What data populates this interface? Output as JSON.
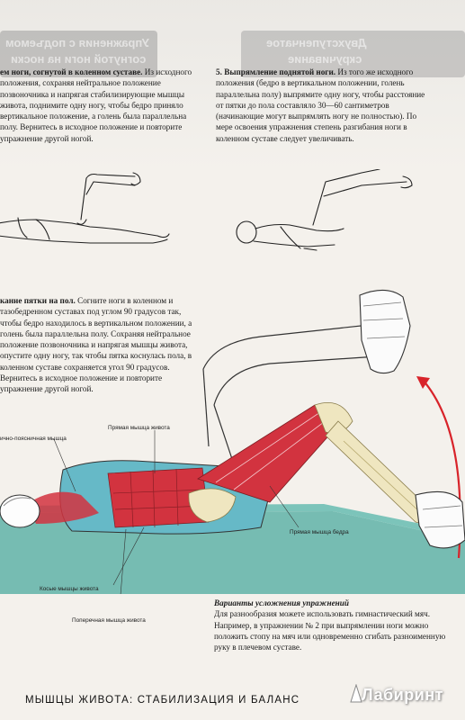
{
  "background_headings": {
    "left": "Упражнения с подъемом",
    "left_sub": "согнутой ноги на носки",
    "right": "Двухступенчатое",
    "right_sub": "скручивание"
  },
  "step_left": {
    "title": "ем ноги, согнутой в коленном суставе.",
    "body": "Из исходного положения, сохраняя нейтральное положение позвоночника и напрягая стабилизирующие мышцы живота, поднимите одну ногу, чтобы бедро приняло вертикальное положение, а голень была параллельна полу. Вернитесь в исходное положение и повторите упражнение другой ногой."
  },
  "step_right": {
    "title": "5. Выпрямление поднятой ноги.",
    "body": "Из того же исходного положения (бедро в вертикальном положении, голень параллельна полу) выпрямите одну ногу, чтобы расстояние от пятки до пола составляло 30—60 сантиметров (начинающие могут выпрямлять ногу не полностью). По мере освоения упражнения степень разгибания ноги в коленном суставе следует увеличивать."
  },
  "step_heel": {
    "title": "кание пятки на пол.",
    "body": "Согните ноги в коленном и тазобедренном суставах под углом 90 градусов так, чтобы бедро находилось в вертикальном положении, а голень была параллельна полу. Сохраняя нейтральное положение позвоночника и напрягая мышцы живота, опустите одну ногу, так чтобы пятка коснулась пола, в коленном суставе сохраняется угол 90 градусов. Вернитесь в исходное положение и повторите упражнение другой ногой."
  },
  "anatomy_labels": {
    "rectus_abdominis": "Прямая мышца живота",
    "iliopsoas": "ично-поясничная мышца",
    "rectus_femoris": "Прямая мышца бедра",
    "obliques": "Косые мышцы живота",
    "transversus": "Поперечная мышца живота"
  },
  "variants": {
    "title": "Варианты усложнения упражнений",
    "body": "Для разнообразия можете использовать гимнастический мяч. Например, в упражнении № 2 при выпрямлении ноги можно положить стопу на мяч или одновременно сгибать разноименную руку в плечевом суставе."
  },
  "footer": {
    "title": "Мышцы живота: стабилизация и баланс",
    "watermark": "Лабиринт"
  },
  "colors": {
    "muscle_red": "#d2333f",
    "mat_teal": "#5fb3a8",
    "bone": "#efe6c0",
    "arrow_red": "#d8232a",
    "paper": "#f4f1ec"
  }
}
